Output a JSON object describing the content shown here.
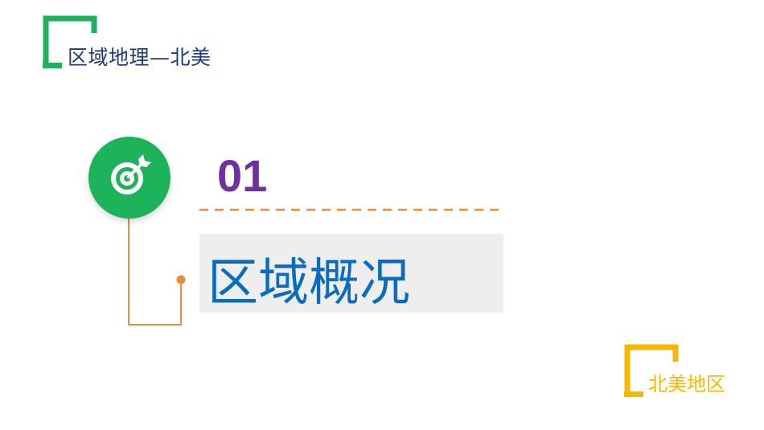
{
  "header": {
    "title": "区域地理—北美",
    "bracket_color": "#1db35a",
    "title_color": "#1f3a7a"
  },
  "section": {
    "icon": "target-icon",
    "icon_bg_color": "#1db35a",
    "number": "01",
    "number_color": "#7030a0",
    "divider_color": "#ed8b3e",
    "heading": "区域概况",
    "heading_color": "#0a6cc0",
    "heading_bg": "#eeeeee",
    "connector_color": "#ed8b3e"
  },
  "footer": {
    "label": "北美地区",
    "color": "#f7b900"
  }
}
